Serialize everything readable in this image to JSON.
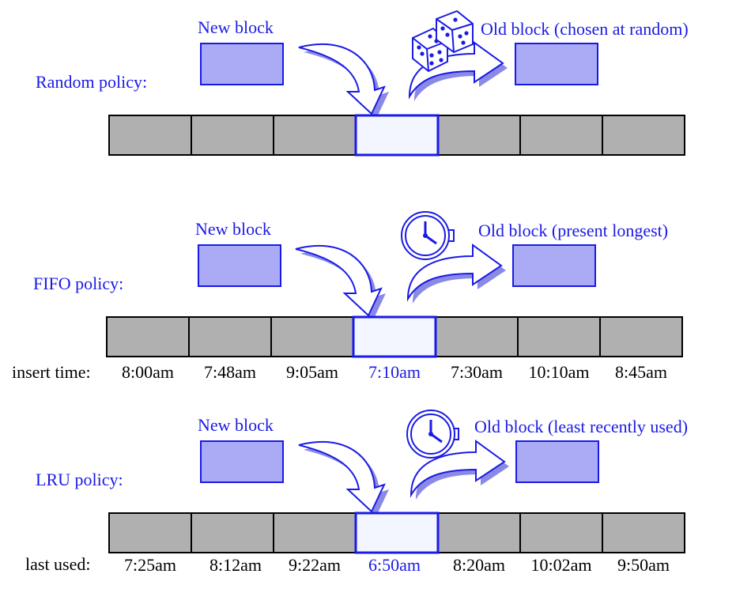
{
  "colors": {
    "accent": "#1a1ae6",
    "block_fill": "#aaaaf5",
    "cache_cell": "#b0b0b0",
    "highlight_cell": "#f4f6ff"
  },
  "panels": [
    {
      "policy_label": "Random policy:",
      "new_block_label": "New block",
      "old_block_label": "Old block (chosen at random)",
      "icon": "dice-icon",
      "row_label": "",
      "values": []
    },
    {
      "policy_label": "FIFO policy:",
      "new_block_label": "New block",
      "old_block_label": "Old block (present longest)",
      "icon": "clock-icon",
      "row_label": "insert time:",
      "values": [
        "8:00am",
        "7:48am",
        "9:05am",
        "7:10am",
        "7:30am",
        "10:10am",
        "8:45am"
      ]
    },
    {
      "policy_label": "LRU policy:",
      "new_block_label": "New block",
      "old_block_label": "Old block (least recently used)",
      "icon": "clock-icon",
      "row_label": "last used:",
      "values": [
        "7:25am",
        "8:12am",
        "9:22am",
        "6:50am",
        "8:20am",
        "10:02am",
        "9:50am"
      ]
    }
  ]
}
